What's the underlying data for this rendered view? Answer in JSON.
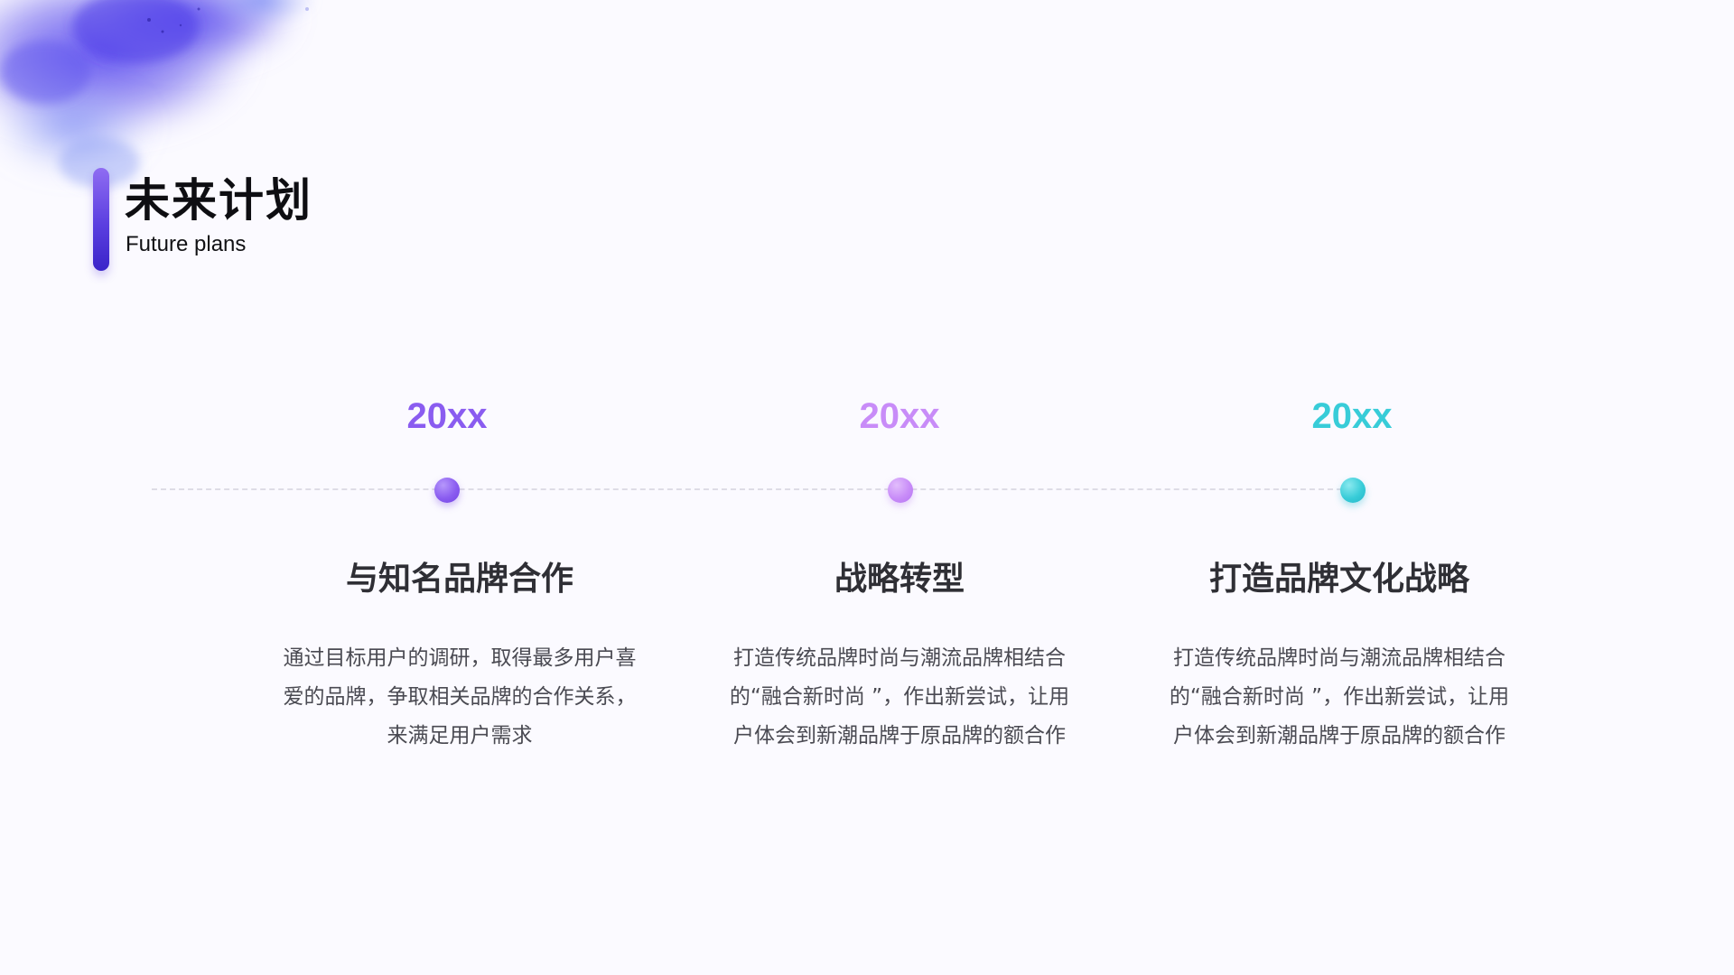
{
  "slide": {
    "title": "未来计划",
    "subtitle": "Future plans"
  },
  "colors": {
    "background": "#fbfaff",
    "accent_bar": "#4b30d6",
    "plan1": "#8a5cf0",
    "plan2": "#c88cf8",
    "plan3": "#38ccd8",
    "heading": "#2f2f35",
    "body": "#4a4a52"
  },
  "plans": [
    {
      "year": "20xx",
      "heading": "与知名品牌合作",
      "description": "通过目标用户的调研，取得最多用户喜爱的品牌，争取相关品牌的合作关系，来满足用户需求"
    },
    {
      "year": "20xx",
      "heading": "战略转型",
      "description": "打造传统品牌时尚与潮流品牌相结合的“融合新时尚 ”，作出新尝试，让用户体会到新潮品牌于原品牌的额合作"
    },
    {
      "year": "20xx",
      "heading": "打造品牌文化战略",
      "description": "打造传统品牌时尚与潮流品牌相结合的“融合新时尚 ”，作出新尝试，让用户体会到新潮品牌于原品牌的额合作"
    }
  ]
}
